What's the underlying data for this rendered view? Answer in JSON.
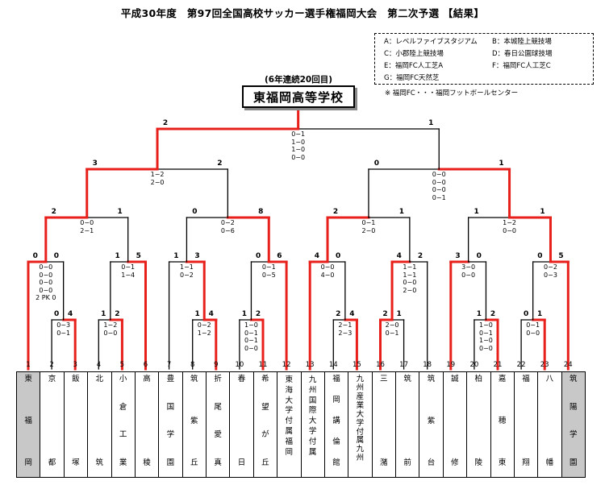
{
  "title": "平成30年度　第97回全国高校サッカー選手権福岡大会　第二次予選 【結果】",
  "legend": {
    "venues": [
      "A：レベルファイブスタジアム",
      "B：本城陸上競技場",
      "C：小郡陸上競技場",
      "D：春日公園球技場",
      "E：福岡FC人工芝A",
      "F：福岡FC人工芝C",
      "G：福岡FC天然芝"
    ],
    "note": "※ 福岡FC・・・福岡フットボールセンター"
  },
  "champion": {
    "note": "(6年連続20回目)",
    "name": "東福岡高等学校"
  },
  "line_colors": {
    "winner": "#e8201b",
    "loser": "#000000"
  },
  "numbers": [
    "1",
    "2",
    "3",
    "4",
    "5",
    "6",
    "7",
    "8",
    "9",
    "10",
    "11",
    "12",
    "13",
    "14",
    "15",
    "16",
    "17",
    "18",
    "19",
    "20",
    "21",
    "22",
    "23",
    "24"
  ],
  "teams": [
    {
      "name": "東\n福\n岡",
      "shaded": true
    },
    {
      "name": "京\n都",
      "shaded": false
    },
    {
      "name": "飯\n塚",
      "shaded": false
    },
    {
      "name": "北\n筑",
      "shaded": false
    },
    {
      "name": "小\n倉\n工\n業",
      "shaded": false
    },
    {
      "name": "高\n稜",
      "shaded": false
    },
    {
      "name": "豊\n国\n学\n園",
      "shaded": false
    },
    {
      "name": "筑\n紫\n丘",
      "shaded": false
    },
    {
      "name": "折\n尾\n愛\n真",
      "shaded": false
    },
    {
      "name": "春\n日",
      "shaded": false
    },
    {
      "name": "希\n望\nが\n丘",
      "shaded": false
    },
    {
      "name": "東\n海\n大\n学\n付\n属\n福\n岡",
      "shaded": false
    },
    {
      "name": "九\n州\n国\n際\n大\n学\n付\n属",
      "shaded": false
    },
    {
      "name": "福\n岡\n講\n倫\n館",
      "shaded": false
    },
    {
      "name": "九\n州\n産\n業\n大\n学\n付\n属\n九\n州",
      "shaded": false
    },
    {
      "name": "三\n潴",
      "shaded": false
    },
    {
      "name": "筑\n前",
      "shaded": false
    },
    {
      "name": "筑\n紫\n台",
      "shaded": false
    },
    {
      "name": "誠\n修",
      "shaded": false
    },
    {
      "name": "柏\n陵",
      "shaded": false
    },
    {
      "name": "嘉\n穂\n東",
      "shaded": false
    },
    {
      "name": "福\n翔",
      "shaded": false
    },
    {
      "name": "八\n幡",
      "shaded": false
    },
    {
      "name": "筑\n陽\n学\n園",
      "shaded": true
    }
  ],
  "matches": [
    {
      "id": "r1a",
      "left": [
        2
      ],
      "right": [
        3
      ],
      "winner": "right",
      "lscore": "0",
      "rscore": "4",
      "detail": "0−3\n0−1"
    },
    {
      "id": "r1b",
      "left": [
        4
      ],
      "right": [
        5
      ],
      "winner": "right",
      "lscore": "1",
      "rscore": "2",
      "detail": "1−2\n0−0"
    },
    {
      "id": "r1c",
      "left": [
        8
      ],
      "right": [
        9
      ],
      "winner": "right",
      "lscore": "1",
      "rscore": "4",
      "detail": "0−2\n1−2"
    },
    {
      "id": "r1d",
      "left": [
        10
      ],
      "right": [
        11
      ],
      "winner": "right",
      "lscore": "1",
      "rscore": "2",
      "detail": "1−0\n0−1\n0−1\n0−0"
    },
    {
      "id": "r1e",
      "left": [
        14
      ],
      "right": [
        15
      ],
      "winner": "right",
      "lscore": "2",
      "rscore": "4",
      "detail": "2−1\n2−3"
    },
    {
      "id": "r1f",
      "left": [
        16
      ],
      "right": [
        17
      ],
      "winner": "left",
      "lscore": "2",
      "rscore": "1",
      "detail": "2−0\n0−1"
    },
    {
      "id": "r1g",
      "left": [
        20
      ],
      "right": [
        21
      ],
      "winner": "right",
      "lscore": "1",
      "rscore": "2",
      "detail": "1−0\n0−1\n1−0\n0−0"
    },
    {
      "id": "r1h",
      "left": [
        22
      ],
      "right": [
        23
      ],
      "winner": "right",
      "lscore": "0",
      "rscore": "1",
      "detail": "0−1\n0−0"
    },
    {
      "id": "r2a",
      "left": [
        1
      ],
      "right": [
        "r1a"
      ],
      "winner": "left",
      "lscore": "0",
      "rscore": "0",
      "detail": "0−0\n0−0\n0−0\n0−0\n2 PK 0"
    },
    {
      "id": "r2b",
      "left": [
        "r1b"
      ],
      "right": [
        6
      ],
      "winner": "right",
      "lscore": "1",
      "rscore": "5",
      "detail": "0−1\n1−4"
    },
    {
      "id": "r2c",
      "left": [
        7
      ],
      "right": [
        "r1c"
      ],
      "winner": "right",
      "lscore": "1",
      "rscore": "3",
      "detail": "1−1\n0−2"
    },
    {
      "id": "r2d",
      "left": [
        "r1d"
      ],
      "right": [
        12
      ],
      "winner": "right",
      "lscore": "0",
      "rscore": "6",
      "detail": "0−1\n0−5"
    },
    {
      "id": "r2e",
      "left": [
        13
      ],
      "right": [
        "r1e"
      ],
      "winner": "left",
      "lscore": "4",
      "rscore": "0",
      "detail": "0−0\n4−0"
    },
    {
      "id": "r2f",
      "left": [
        "r1f"
      ],
      "right": [
        18
      ],
      "winner": "left",
      "lscore": "4",
      "rscore": "2",
      "detail": "1−1\n1−1\n0−0\n2−0"
    },
    {
      "id": "r2g",
      "left": [
        19
      ],
      "right": [
        "r1g"
      ],
      "winner": "left",
      "lscore": "3",
      "rscore": "0",
      "detail": "3−0\n0−0"
    },
    {
      "id": "r2h",
      "left": [
        "r1h"
      ],
      "right": [
        24
      ],
      "winner": "right",
      "lscore": "0",
      "rscore": "5",
      "detail": "0−2\n0−3"
    },
    {
      "id": "qf1",
      "left": [
        "r2a"
      ],
      "right": [
        "r2b"
      ],
      "winner": "left",
      "lscore": "2",
      "rscore": "1",
      "detail": "0−0\n2−1"
    },
    {
      "id": "qf2",
      "left": [
        "r2c"
      ],
      "right": [
        "r2d"
      ],
      "winner": "right",
      "lscore": "0",
      "rscore": "8",
      "detail": "0−2\n0−6"
    },
    {
      "id": "qf3",
      "left": [
        "r2e"
      ],
      "right": [
        "r2f"
      ],
      "winner": "left",
      "lscore": "2",
      "rscore": "1",
      "detail": "0−1\n2−0"
    },
    {
      "id": "qf4",
      "left": [
        "r2g"
      ],
      "right": [
        "r2h"
      ],
      "winner": "right",
      "lscore": "1",
      "rscore": "1",
      "detail": "1−2\n0−0"
    },
    {
      "id": "sf1",
      "left": [
        "qf1"
      ],
      "right": [
        "qf2"
      ],
      "winner": "left",
      "lscore": "3",
      "rscore": "2",
      "detail": "1−2\n2−0"
    },
    {
      "id": "sf2",
      "left": [
        "qf3"
      ],
      "right": [
        "qf4"
      ],
      "winner": "right",
      "lscore": "0",
      "rscore": "1",
      "detail": "0−0\n0−0\n0−0\n0−1"
    },
    {
      "id": "final",
      "left": [
        "sf1"
      ],
      "right": [
        "sf2"
      ],
      "winner": "left",
      "lscore": "2",
      "rscore": "1",
      "detail": "0−1\n1−0\n1−0\n0−0"
    }
  ]
}
